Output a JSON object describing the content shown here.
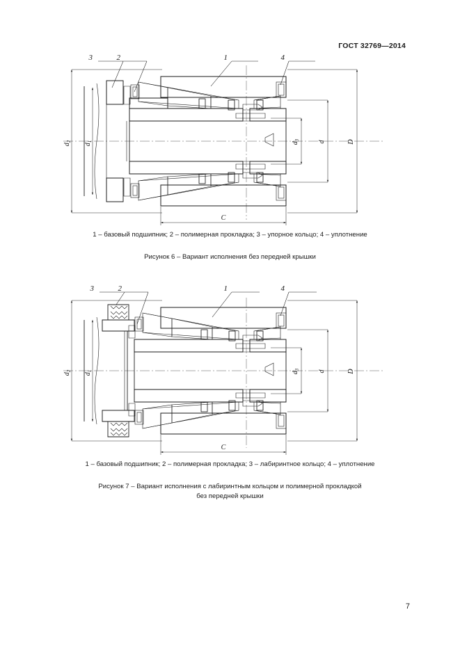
{
  "document": {
    "header": "ГОСТ 32769—2014",
    "page_number": "7"
  },
  "figures": [
    {
      "id": "figure-6",
      "legend": "1 – базовый подшипник; 2 – полимерная прокладка; 3 – упорное кольцо; 4 – уплотнение",
      "title_line1": "Рисунок 6 – Вариант исполнения без передней крышки",
      "title_line2": "",
      "callouts": [
        "3",
        "2",
        "1",
        "4"
      ],
      "dimensions": {
        "left_outer": "d",
        "left_outer_sub": "2",
        "left_inner": "d",
        "left_inner_sub": "1",
        "right_inner": "d",
        "right_inner_sub": "3",
        "right_mid": "d",
        "right_outer": "D",
        "bottom": "C"
      }
    },
    {
      "id": "figure-7",
      "legend": "1 – базовый подшипник; 2 – полимерная прокладка; 3 – лабиринтное кольцо; 4 – уплотнение",
      "title_line1": "Рисунок 7 – Вариант исполнения с лабиринтным кольцом и полимерной прокладкой",
      "title_line2": "без передней крышки",
      "callouts": [
        "3",
        "2",
        "1",
        "4"
      ],
      "dimensions": {
        "left_outer": "d",
        "left_outer_sub": "2",
        "left_inner": "d",
        "left_inner_sub": "1",
        "right_inner": "d",
        "right_inner_sub": "3",
        "right_mid": "d",
        "right_outer": "D",
        "bottom": "C"
      }
    }
  ]
}
